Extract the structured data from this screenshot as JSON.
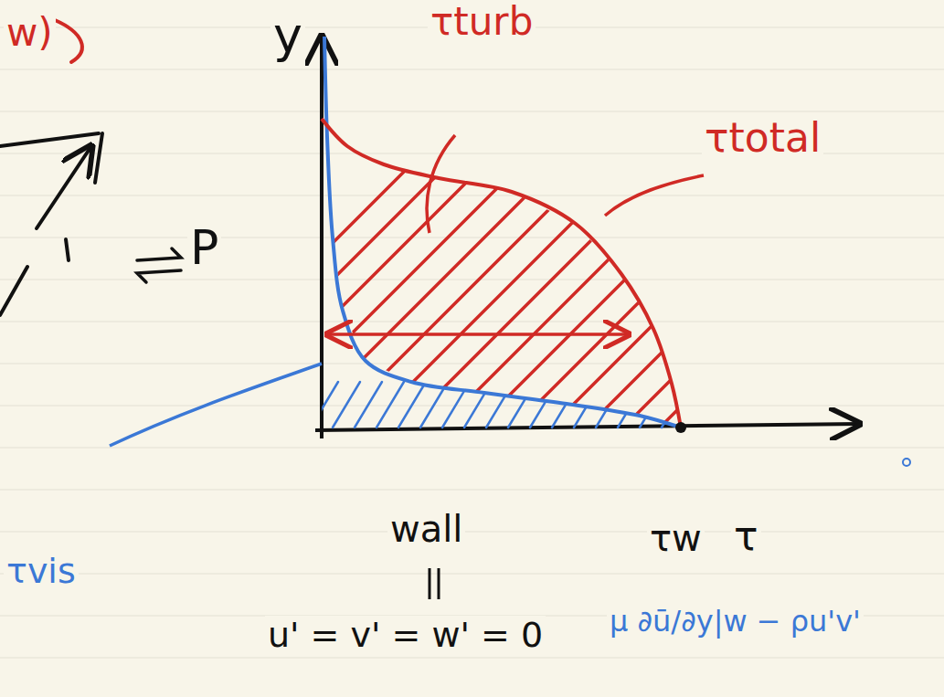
{
  "diagram": {
    "labels": [
      "w)",
      "P",
      "y",
      "τturb",
      "τtotal",
      "wall",
      "τw",
      "τ",
      "τvis",
      "u' = v' = w' = 0",
      "μ ∂ū/∂y|w − ρu'v'"
    ]
  }
}
